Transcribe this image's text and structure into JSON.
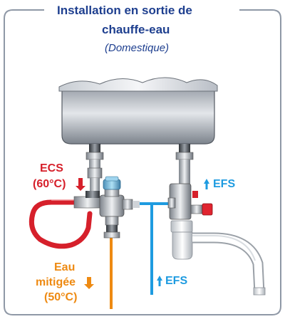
{
  "title": {
    "line1": "Installation en sortie  de",
    "line2": "chauffe-eau",
    "subtitle": "(Domestique)"
  },
  "labels": {
    "ecs": "ECS",
    "ecs_temp": "(60°C)",
    "efs_top": "EFS",
    "efs_bottom": "EFS",
    "mixed_line1": "Eau",
    "mixed_line2": "mitigée",
    "mixed_temp": "(50°C)"
  },
  "colors": {
    "hot": "#d6202b",
    "cold": "#1e9be0",
    "mixed": "#ee8a12",
    "title": "#1e3f8f",
    "frame": "#8f98a6"
  }
}
